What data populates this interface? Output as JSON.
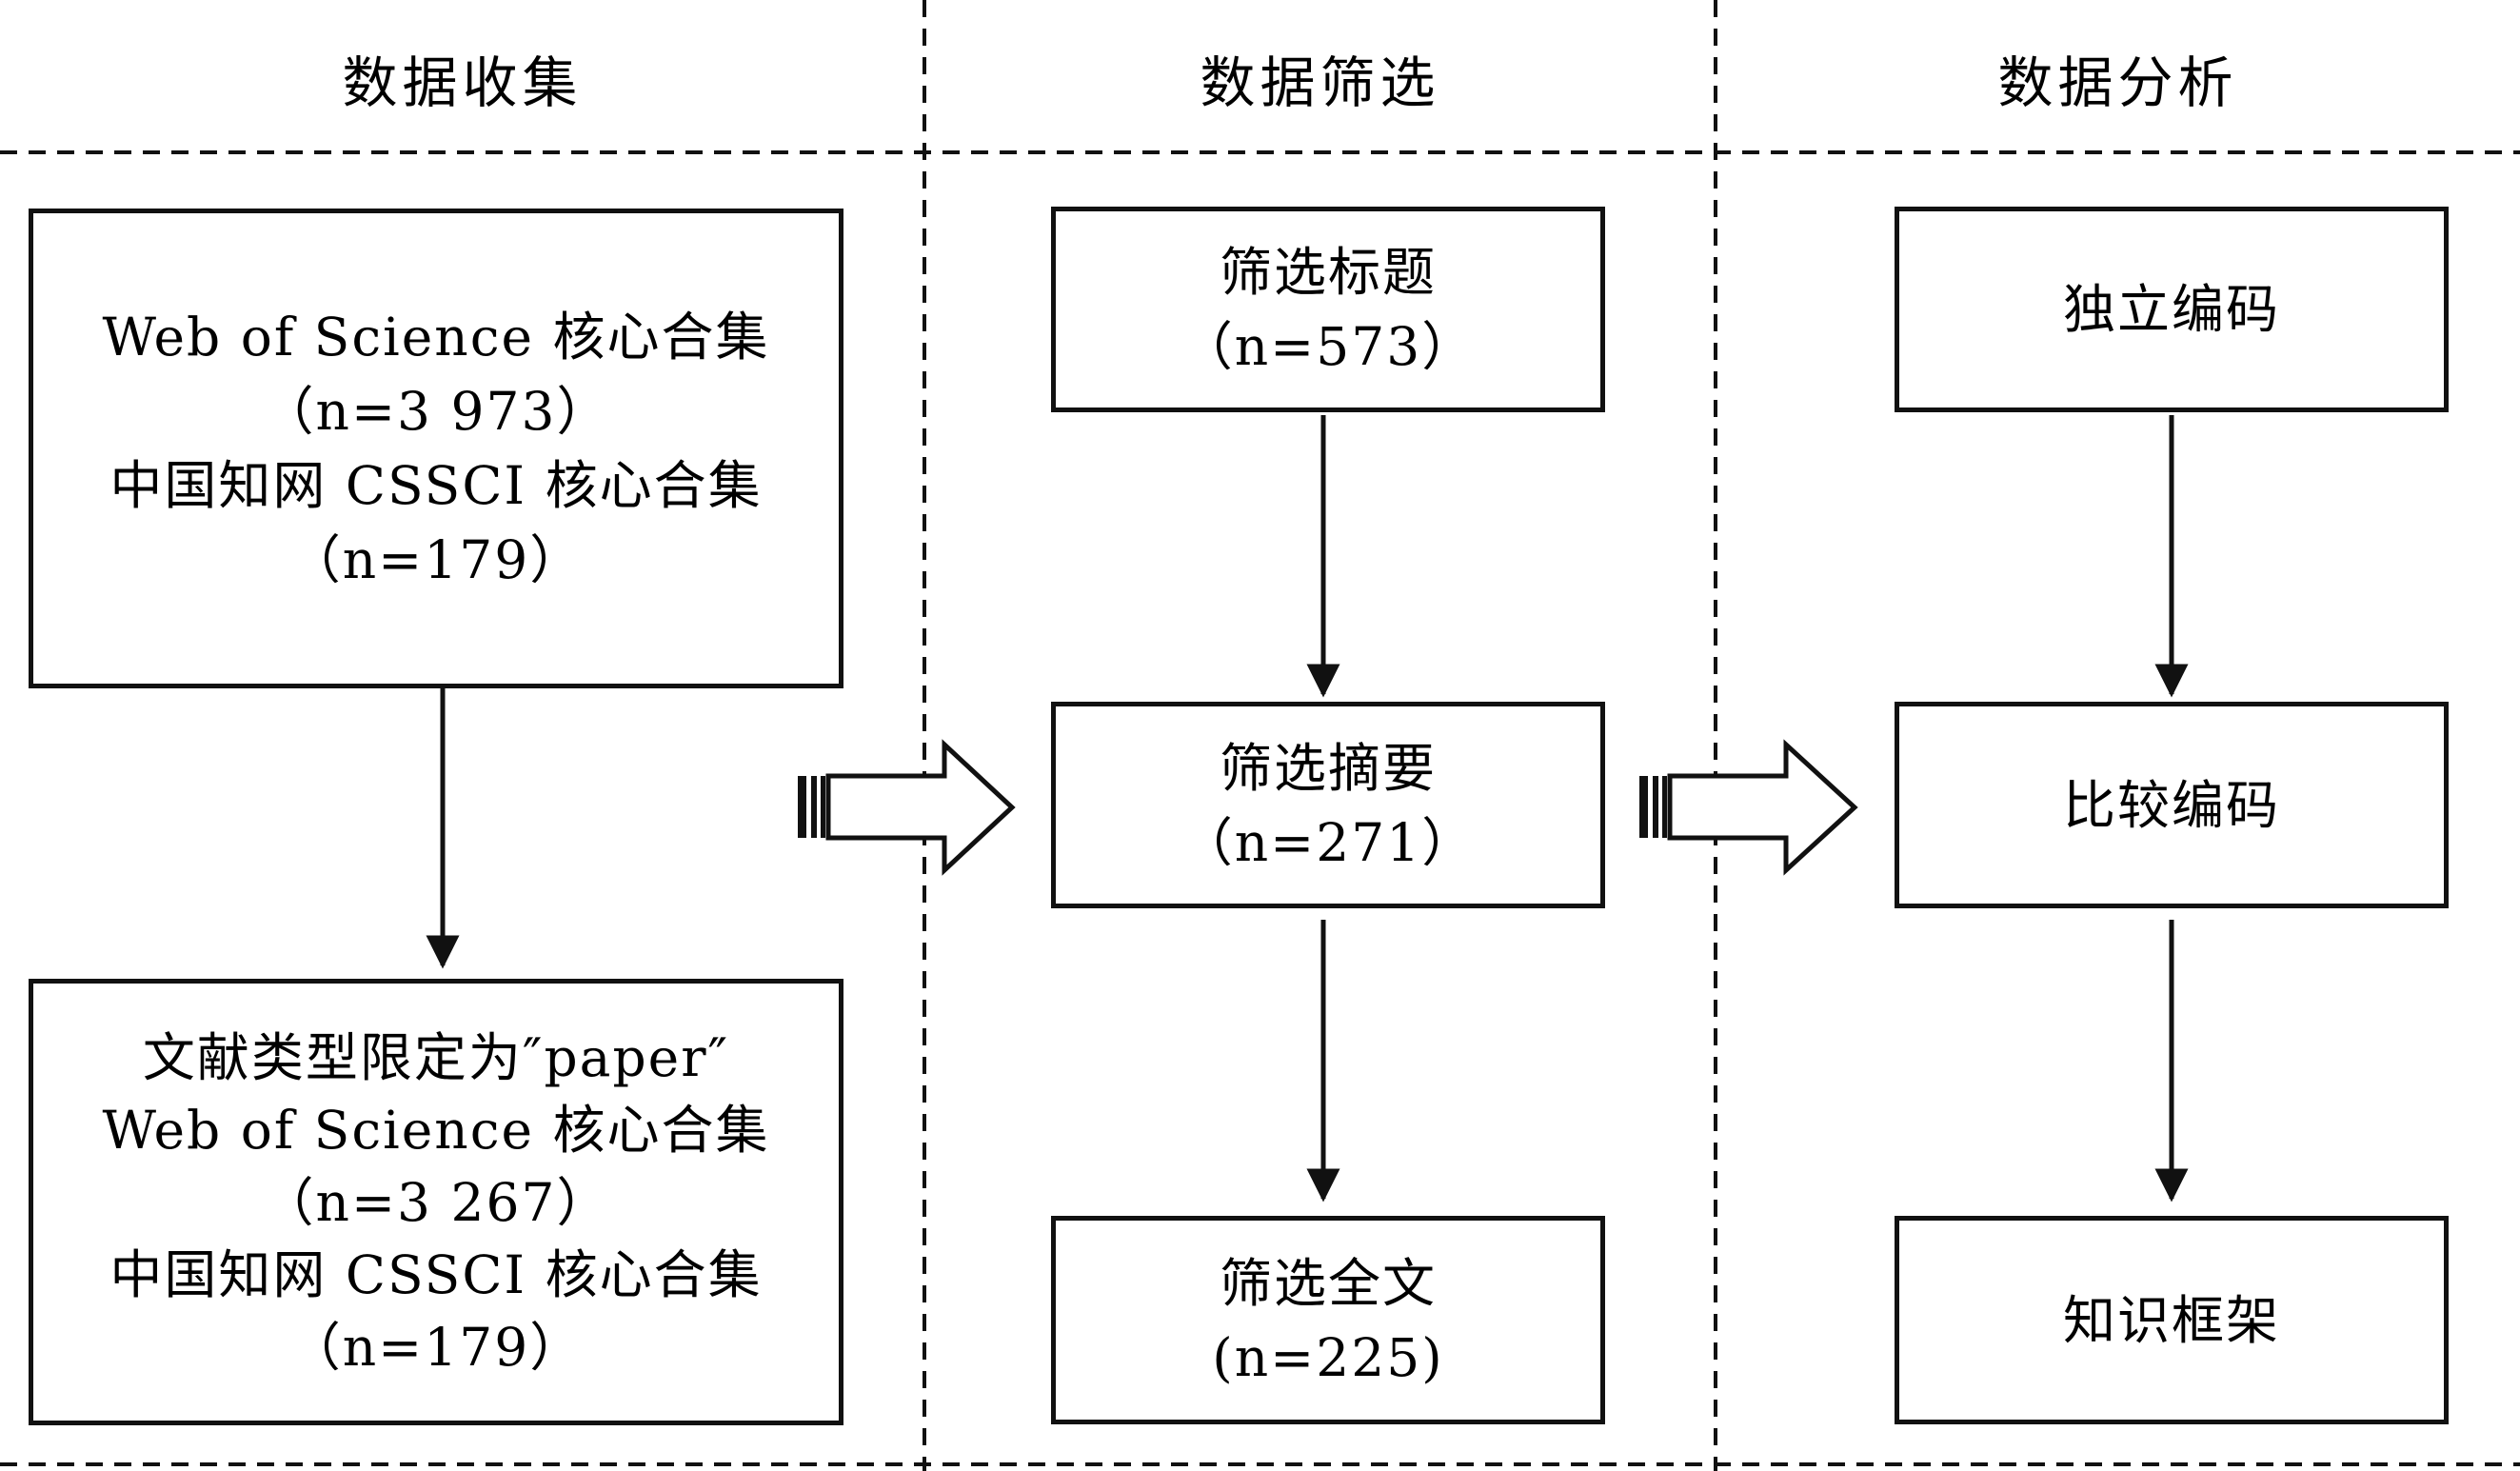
{
  "diagram": {
    "columns": [
      {
        "header": "数据收集",
        "boxes": [
          {
            "lines": [
              "Web of Science 核心合集",
              "（n=3 973）",
              "中国知网 CSSCI 核心合集",
              "（n=179）"
            ]
          },
          {
            "lines": [
              "文献类型限定为″paper″",
              "Web of Science 核心合集",
              "（n=3 267）",
              "中国知网 CSSCI 核心合集",
              "（n=179）"
            ]
          }
        ]
      },
      {
        "header": "数据筛选",
        "boxes": [
          {
            "lines": [
              "筛选标题",
              "（n=573）"
            ]
          },
          {
            "lines": [
              "筛选摘要",
              "（n=271）"
            ]
          },
          {
            "lines": [
              "筛选全文",
              "(n=225)"
            ]
          }
        ]
      },
      {
        "header": "数据分析",
        "boxes": [
          {
            "lines": [
              "独立编码"
            ]
          },
          {
            "lines": [
              "比较编码"
            ]
          },
          {
            "lines": [
              "知识框架"
            ]
          }
        ]
      }
    ]
  },
  "colors": {
    "ink": "#111111",
    "background": "#ffffff"
  }
}
